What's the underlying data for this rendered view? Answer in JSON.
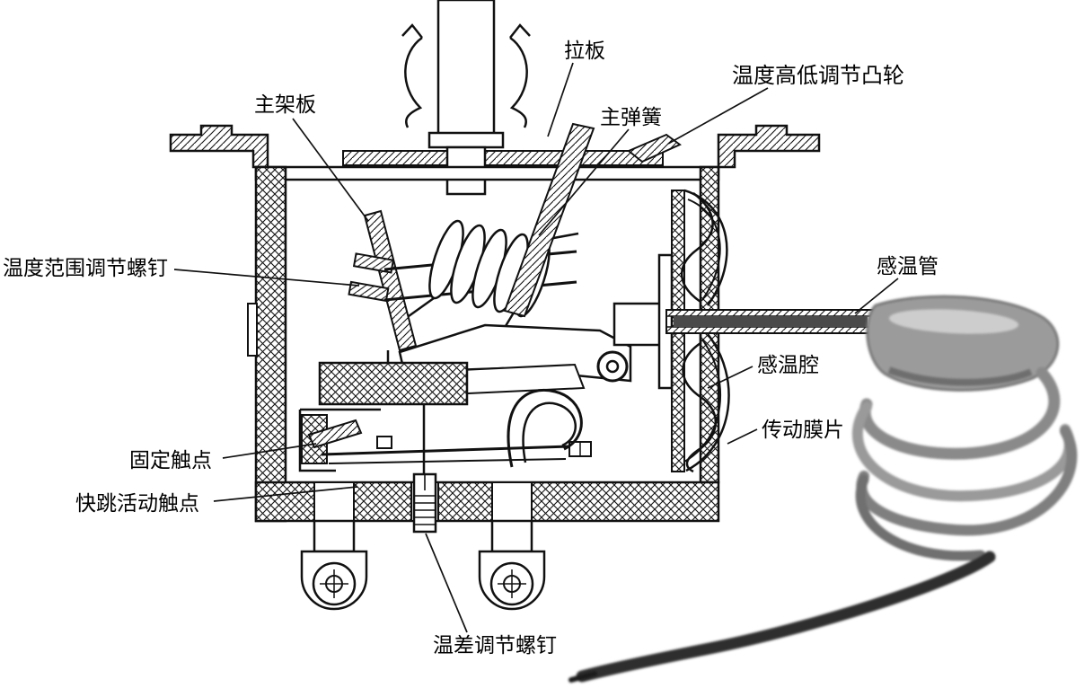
{
  "figure": {
    "ink_color": "#111111",
    "photo_gray": "#8f8f8f",
    "labels": {
      "pull_plate": "拉板",
      "temp_adjust_cam": "温度高低调节凸轮",
      "main_frame_plate": "主架板",
      "main_spring": "主弹簧",
      "temp_range_screw": "温度范围调节螺钉",
      "sensing_tube": "感温管",
      "sensing_chamber": "感温腔",
      "diaphragm": "传动膜片",
      "fixed_contact": "固定触点",
      "quick_jump_contact": "快跳活动触点",
      "temp_diff_screw": "温差调节螺钉"
    }
  }
}
